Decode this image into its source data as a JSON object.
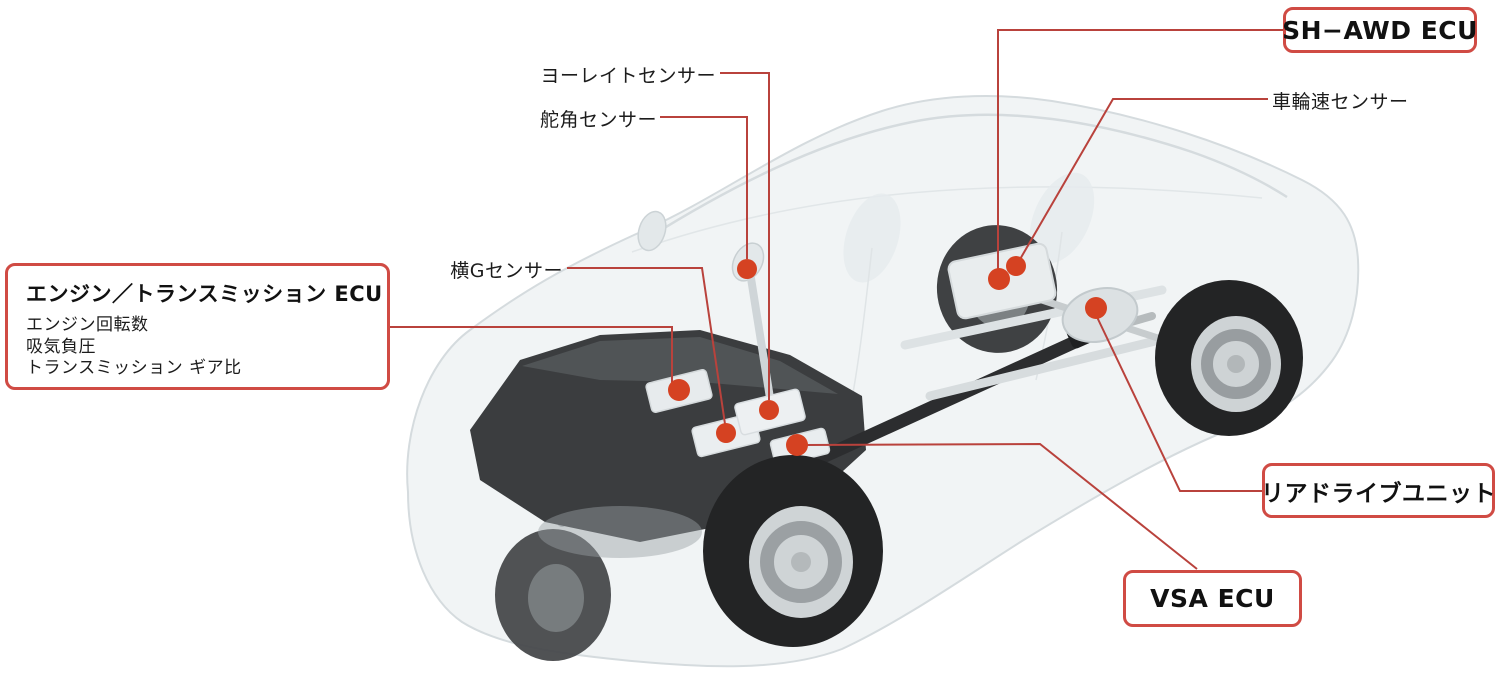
{
  "diagram": {
    "labels": {
      "yaw_rate_sensor": "ヨーレイトセンサー",
      "steering_angle_sensor": "舵角センサー",
      "wheel_speed_sensor": "車輪速センサー",
      "lateral_g_sensor": "横Gセンサー"
    },
    "boxes": {
      "engine_transmission_ecu": {
        "title": "エンジン／トランスミッション ECU",
        "items": [
          "エンジン回転数",
          "吸気負圧",
          "トランスミッション ギア比"
        ]
      },
      "sh_awd_ecu": {
        "title": "SH−AWD ECU"
      },
      "rear_drive_unit": {
        "title": "リアドライブユニット"
      },
      "vsa_ecu": {
        "title": "VSA ECU"
      }
    },
    "colors": {
      "callout_line_red": "#b9423c",
      "marker_dot_red": "#d54222",
      "box_border_red": "#d04b44",
      "label_text": "#1c1c1c",
      "car_body_gray": "#f1f4f5",
      "mechanical_dark": "#3b3d3f"
    }
  }
}
